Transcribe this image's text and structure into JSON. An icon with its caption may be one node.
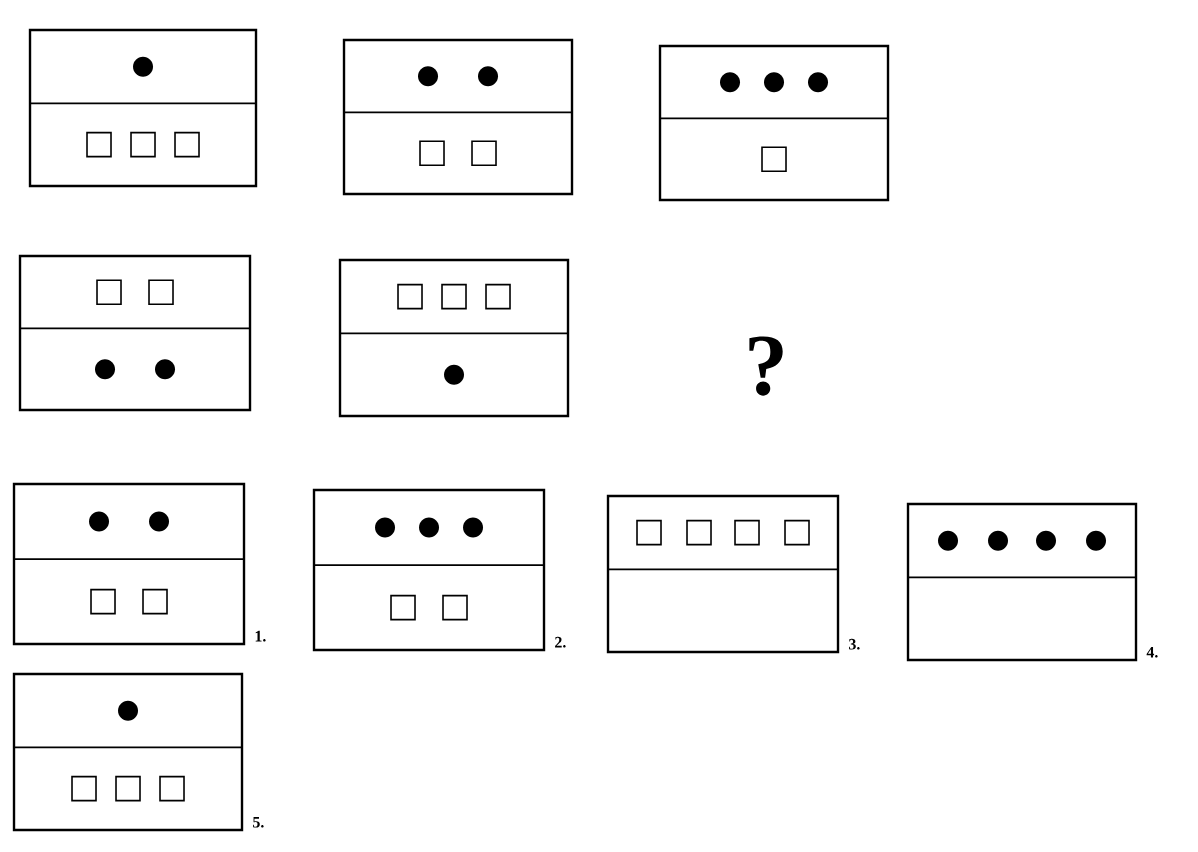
{
  "diagram": {
    "nodes": [
      {
        "text": [],
        "shape": "box"
      },
      {
        "text": [],
        "shape": "box"
      },
      {
        "text": [],
        "shape": "box"
      },
      {
        "text": [],
        "shape": "box"
      },
      {
        "text": [],
        "shape": "box"
      },
      {
        "text": [],
        "shape": "box",
        "beside": [
          "1."
        ]
      },
      {
        "text": [],
        "shape": "box",
        "beside": [
          "2."
        ]
      },
      {
        "text": [],
        "shape": "box",
        "beside": [
          "3."
        ]
      },
      {
        "text": [],
        "shape": "box",
        "beside": [
          "4."
        ]
      },
      {
        "text": [],
        "shape": "box",
        "beside": [
          "5."
        ]
      }
    ],
    "labels": [
      "?"
    ]
  }
}
